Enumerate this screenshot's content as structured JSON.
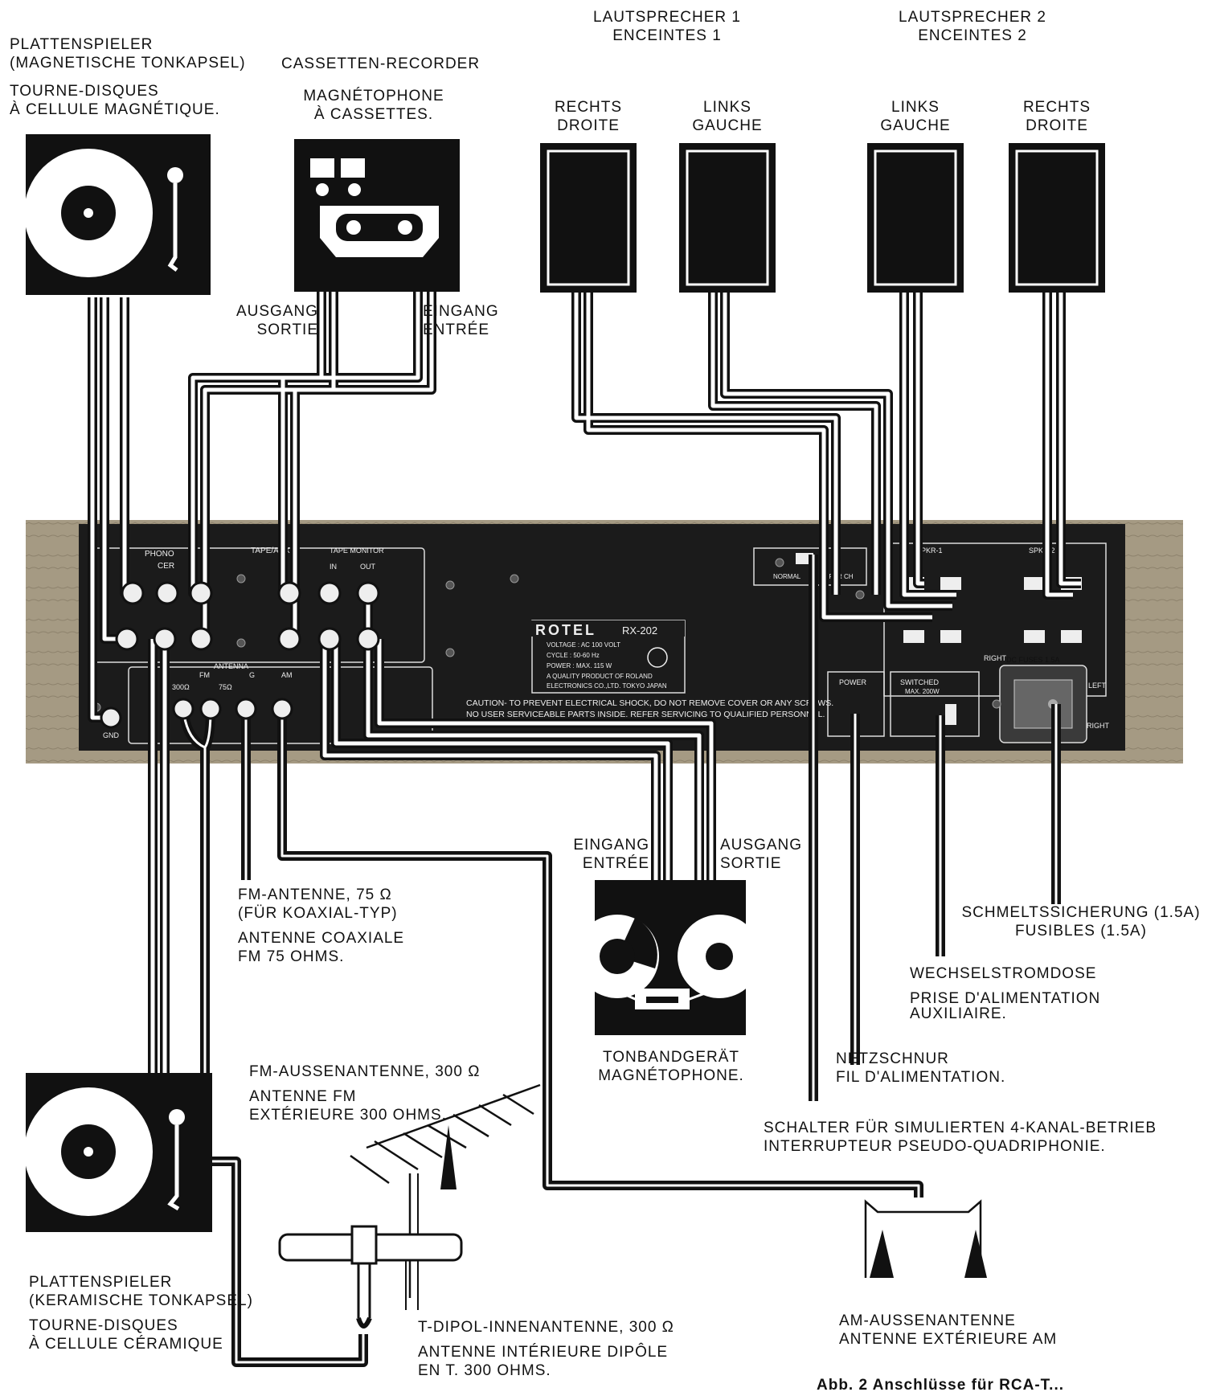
{
  "labels": {
    "phono_mag": [
      "PLATTENSPIELER",
      "(MAGNETISCHE TONKAPSEL)",
      "TOURNE-DISQUES",
      "À CELLULE MAGNÉTIQUE."
    ],
    "cassette": [
      "CASSETTEN-RECORDER",
      "MAGNÉTOPHONE",
      "À CASSETTES."
    ],
    "speakers1": [
      "LAUTSPRECHER 1",
      "ENCEINTES 1"
    ],
    "speakers2": [
      "LAUTSPRECHER 2",
      "ENCEINTES 2"
    ],
    "spk1_right": [
      "RECHTS",
      "DROITE"
    ],
    "spk1_left": [
      "LINKS",
      "GAUCHE"
    ],
    "spk2_left": [
      "LINKS",
      "GAUCHE"
    ],
    "spk2_right": [
      "RECHTS",
      "DROITE"
    ],
    "cassette_out": [
      "AUSGANG",
      "SORTIE"
    ],
    "cassette_in": [
      "EINGANG",
      "ENTRÉE"
    ],
    "reel_in": [
      "EINGANG",
      "ENTRÉE"
    ],
    "reel_out": [
      "AUSGANG",
      "SORTIE"
    ],
    "fm_75": [
      "FM-ANTENNE, 75 Ω",
      "(FÜR KOAXIAL-TYP)",
      "ANTENNE COAXIALE",
      "FM 75 OHMS."
    ],
    "fuse": [
      "SCHMELTSSICHERUNG (1.5A)",
      "FUSIBLES (1.5A)"
    ],
    "ac_outlet": [
      "WECHSELSTROMDOSE",
      "PRISE D'ALIMENTATION",
      "AUXILIAIRE."
    ],
    "reel": [
      "TONBANDGERÄT",
      "MAGNÉTOPHONE."
    ],
    "power_cord": [
      "NETZSCHNUR",
      "FIL D'ALIMENTATION."
    ],
    "quad_switch": [
      "SCHALTER FÜR SIMULIERTEN 4-KANAL-BETRIEB",
      "INTERRUPTEUR PSEUDO-QUADRIPHONIE."
    ],
    "fm_300": [
      "FM-AUSSENANTENNE, 300 Ω",
      "ANTENNE FM",
      "EXTÉRIEURE 300 OHMS."
    ],
    "phono_cer": [
      "PLATTENSPIELER",
      "(KERAMISCHE TONKAPSEL)",
      "TOURNE-DISQUES",
      "À CELLULE   CÉRAMIQUE"
    ],
    "dipole": [
      "T-DIPOL-INNENANTENNE, 300 Ω",
      "ANTENNE INTÉRIEURE DIPÔLE",
      "EN T. 300 OHMS."
    ],
    "am_ant": [
      "AM-AUSSENANTENNE",
      "ANTENNE EXTÉRIEURE AM"
    ],
    "footer_partial": "Abb. 2  Anschlüsse für RCA-T..."
  },
  "panel": {
    "phono_group": "PHONO",
    "phono_cer": "CER",
    "tape_aux": "TAPE/AUX",
    "tape_monitor": "TAPE MONITOR",
    "tm_in": "IN",
    "tm_out": "OUT",
    "antenna": "ANTENNA",
    "ant_fm": "FM",
    "ant_300": "300Ω",
    "ant_75": "75Ω",
    "ant_g": "G",
    "ant_am": "AM",
    "gnd": "GND",
    "brand": "ROTEL",
    "model": "RX-202",
    "spec_lines": [
      "VOLTAGE   :  AC 100 VOLT",
      "CYCLE      :  50-60 Hz",
      "POWER      :  MAX. 115 W",
      "A QUALITY PRODUCT OF ROLAND",
      "ELECTRONICS CO.,LTD.   TOKYO JAPAN"
    ],
    "caution_lines": [
      "CAUTION- TO PREVENT ELECTRICAL SHOCK, DO NOT REMOVE COVER OR ANY SCREWS.",
      "NO USER SERVICEABLE PARTS INSIDE. REFER SERVICING TO QUALIFIED PERSONNEL."
    ],
    "normal": "NORMAL",
    "spkr_ch": "SPKR CH",
    "spkr1": "SPKR-1",
    "spkr2": "SPKR-2",
    "right": "RIGHT",
    "power": "POWER",
    "switched": "SWITCHED",
    "switched_max": "MAX. 200W",
    "dc_fuses": "DC FUSES 1.5A",
    "fuse_left": "LEFT",
    "fuse_right": "RIGHT"
  },
  "colors": {
    "ink": "#111111",
    "wood": "#a39780",
    "panel": "#1b1b1b",
    "paper": "#ffffff"
  }
}
